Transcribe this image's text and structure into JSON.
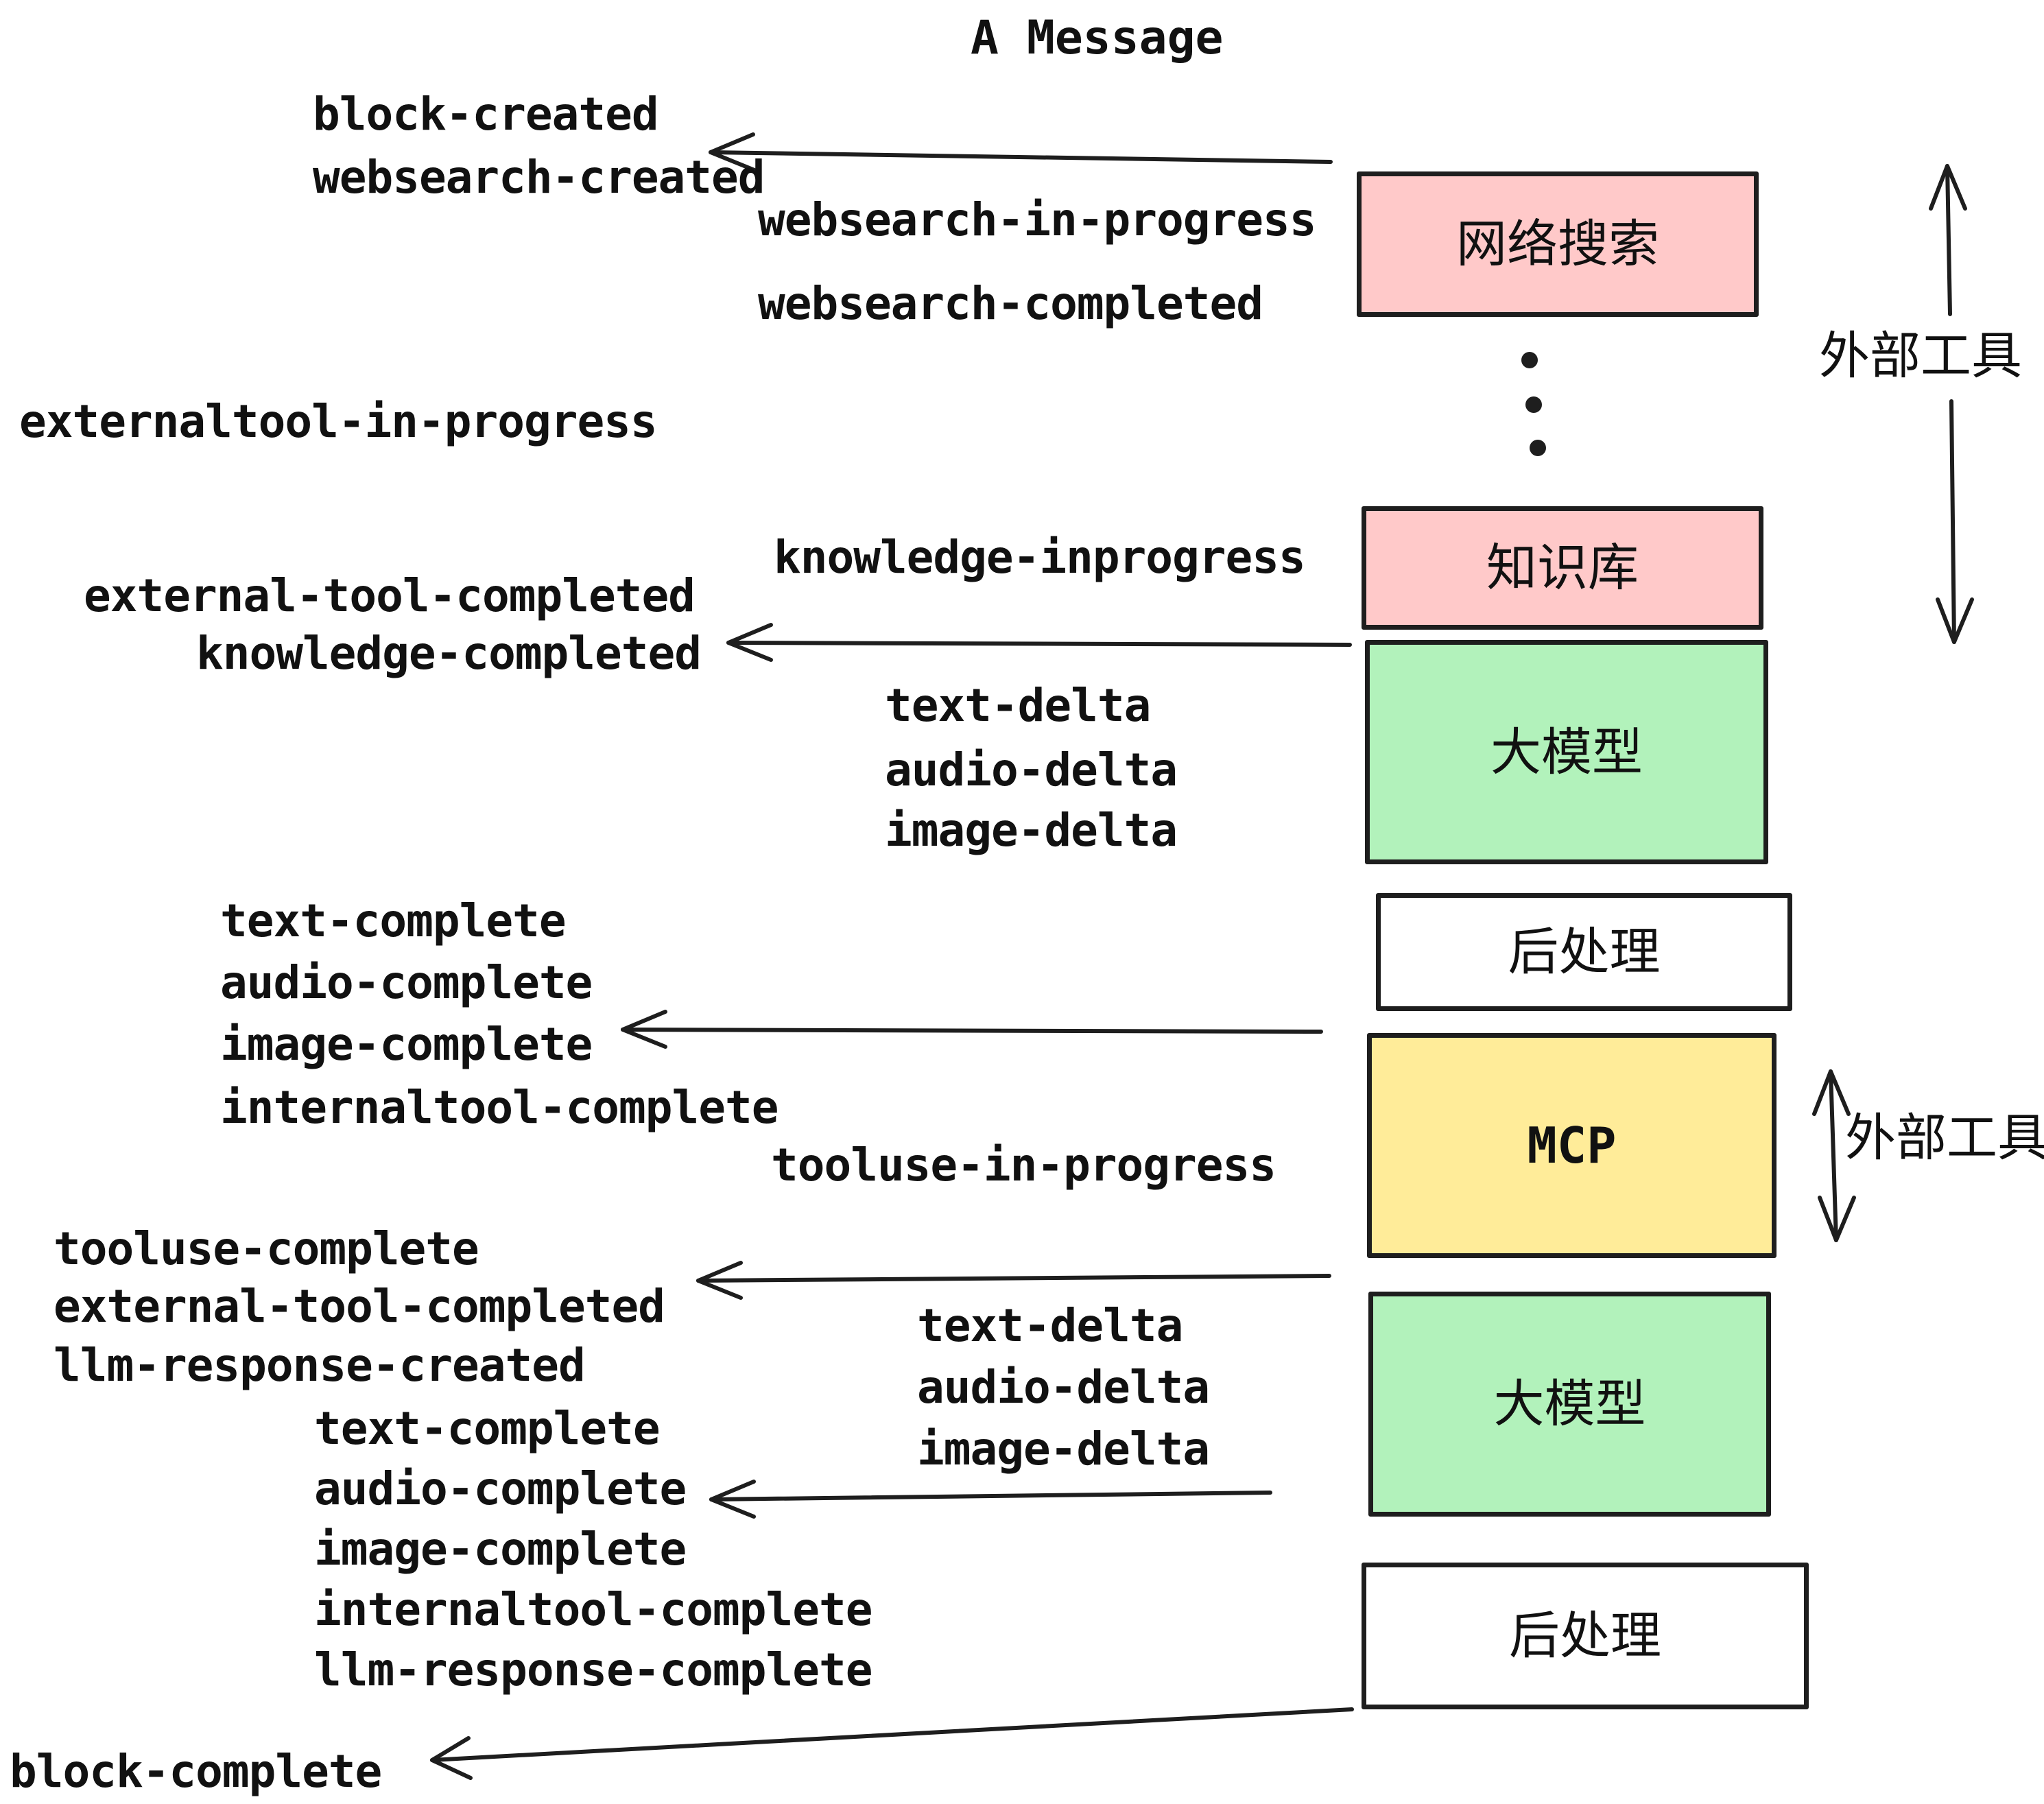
{
  "title": "A Message",
  "colors": {
    "pink": "#ffc9c9",
    "green": "#b2f2bb",
    "yellow": "#ffec99",
    "stroke": "#1e1e1e",
    "bg": "#ffffff"
  },
  "boxes": {
    "websearch": "网络搜索",
    "knowledge": "知识库",
    "llm_top": "大模型",
    "post_top": "后处理",
    "mcp": "MCP",
    "llm_bottom": "大模型",
    "post_bottom": "后处理"
  },
  "annotations": {
    "external_tools_top": "外部工具",
    "external_tools_bottom": "外部工具"
  },
  "events": {
    "block_created": "block-created",
    "websearch_created": "websearch-created",
    "websearch_in_progress": "websearch-in-progress",
    "websearch_completed": "websearch-completed",
    "externaltool_in_progress": "externaltool-in-progress",
    "knowledge_inprogress": "knowledge-inprogress",
    "external_tool_completed_1": "external-tool-completed",
    "knowledge_completed": "knowledge-completed",
    "text_delta_1": "text-delta",
    "audio_delta_1": "audio-delta",
    "image_delta_1": "image-delta",
    "text_complete_1": "text-complete",
    "audio_complete_1": "audio-complete",
    "image_complete_1": "image-complete",
    "internaltool_complete_1": "internaltool-complete",
    "tooluse_in_progress": "tooluse-in-progress",
    "tooluse_complete": "tooluse-complete",
    "external_tool_completed_2": "external-tool-completed",
    "llm_response_created": "llm-response-created",
    "text_complete_2": "text-complete",
    "audio_complete_2": "audio-complete",
    "image_complete_2": "image-complete",
    "internaltool_complete_2": "internaltool-complete",
    "llm_response_complete": "llm-response-complete",
    "block_complete": "block-complete"
  }
}
